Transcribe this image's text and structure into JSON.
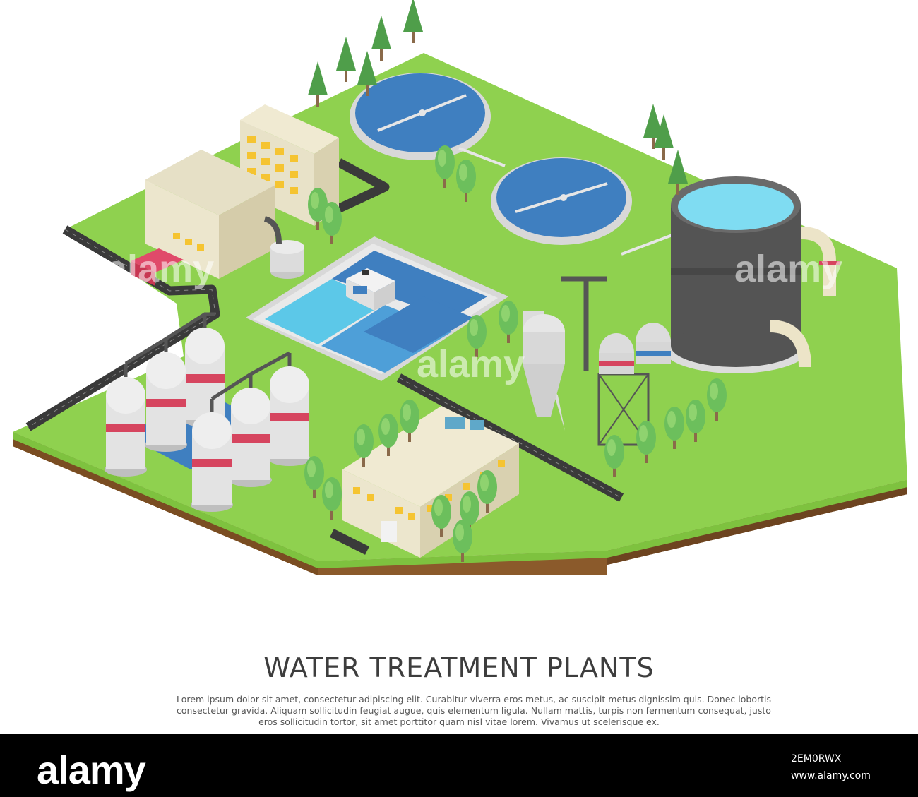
{
  "title": "WATER TREATMENT PLANTS",
  "description": [
    "Lorem ipsum dolor sit amet, consectetur adipiscing elit. Curabitur viverra eros metus, ac suscipit metus dignissim quis. Donec lobortis",
    "consectetur gravida. Aliquam sollicitudin feugiat augue, quis elementum ligula. Nullam mattis, turpis non fermentum consequat, justo",
    "eros sollicitudin tortor, sit amet porttitor quam nisl vitae lorem. Vivamus ut scelerisque ex."
  ],
  "watermark": "alamy",
  "footer": {
    "logo": "alamy",
    "image_id": "2EM0RWX",
    "url": "www.alamy.com"
  },
  "colors": {
    "grass": "#8fd14f",
    "grass_dark": "#6fb83a",
    "soil": "#8b5a2b",
    "road": "#3a3a3a",
    "water_dark": "#3f7fc0",
    "water_light": "#5cc8e8",
    "tank": "#dcdcdc",
    "tank_band": "#d6455f",
    "building": "#e8e2c8",
    "tree": "#5fb05a"
  }
}
